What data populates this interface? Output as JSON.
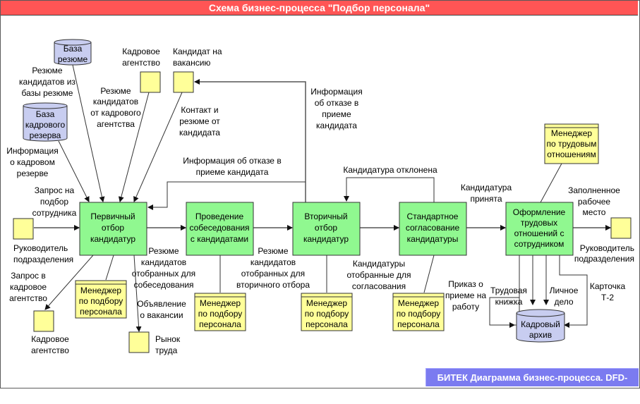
{
  "title": "Схема бизнес-процесса \"Подбор персонала\"",
  "footer": "БИТЕК Диаграмма бизнес-процесса. DFD-схема",
  "colors": {
    "title_bg": "#ff5555",
    "footer_bg": "#7b7bf0",
    "process_fill": "#90f890",
    "external_fill": "#ffff99",
    "datastore_fill": "#c8cdf0"
  },
  "processes": [
    {
      "id": "p1",
      "lines": [
        "Первичный",
        "отбор",
        "кандидатур"
      ]
    },
    {
      "id": "p2",
      "lines": [
        "Проведение",
        "собеседования",
        "с кандидатами"
      ]
    },
    {
      "id": "p3",
      "lines": [
        "Вторичный",
        "отбор",
        "кандидатур"
      ]
    },
    {
      "id": "p4",
      "lines": [
        "Стандартное",
        "согласование",
        "кандидатуры"
      ]
    },
    {
      "id": "p5",
      "lines": [
        "Оформление",
        "трудовых",
        "отношений с",
        "сотрудником"
      ]
    }
  ],
  "datastores": [
    {
      "id": "ds_resume",
      "lines": [
        "База",
        "резюме"
      ]
    },
    {
      "id": "ds_reserve",
      "lines": [
        "База",
        "кадрового",
        "резерва"
      ]
    },
    {
      "id": "ds_archive",
      "lines": [
        "Кадровый",
        "архив"
      ]
    }
  ],
  "externals": [
    {
      "id": "e_agency_top",
      "label_lines": [
        "Кадровое",
        "агентство"
      ]
    },
    {
      "id": "e_candidate",
      "label_lines": [
        "Кандидат на",
        "вакансию"
      ]
    },
    {
      "id": "e_head_left",
      "label_lines": [
        "Руководитель",
        "подразделения"
      ]
    },
    {
      "id": "e_agency_bottom",
      "label_lines": [
        "Кадровое",
        "агентство"
      ]
    },
    {
      "id": "e_market",
      "label_lines": [
        "Рынок",
        "труда"
      ]
    },
    {
      "id": "e_head_right",
      "label_lines": [
        "Руководитель",
        "подразделения"
      ]
    }
  ],
  "actors": [
    {
      "id": "a1",
      "lines": [
        "Менеджер",
        "по подбору",
        "персонала"
      ]
    },
    {
      "id": "a2",
      "lines": [
        "Менеджер",
        "по подбору",
        "персонала"
      ]
    },
    {
      "id": "a3",
      "lines": [
        "Менеджер",
        "по подбору",
        "персонала"
      ]
    },
    {
      "id": "a4",
      "lines": [
        "Менеджер",
        "по подбору",
        "персонала"
      ]
    },
    {
      "id": "a5",
      "lines": [
        "Менеджер",
        "по трудовым",
        "отношениям"
      ]
    }
  ],
  "flow_labels": [
    {
      "id": "f_resume_db",
      "lines": [
        "Резюме",
        "кандидатов из",
        "базы резюме"
      ]
    },
    {
      "id": "f_resume_agency",
      "lines": [
        "Резюме",
        "кандидатов",
        "от кадрового",
        "агентства"
      ]
    },
    {
      "id": "f_contact",
      "lines": [
        "Контакт и",
        "резюме от",
        "кандидата"
      ]
    },
    {
      "id": "f_reserve_info",
      "lines": [
        "Информация",
        "о кадровом",
        "резерве"
      ]
    },
    {
      "id": "f_request",
      "lines": [
        "Запрос на",
        "подбор",
        "сотрудника"
      ]
    },
    {
      "id": "f_reject_info_top",
      "lines": [
        "Информация",
        "об отказе в",
        "приеме",
        "кандидата"
      ]
    },
    {
      "id": "f_reject_info_mid",
      "lines": [
        "Информация об отказе в",
        "приеме кандидата"
      ]
    },
    {
      "id": "f_rejected",
      "lines": [
        "Кандидатура отклонена"
      ]
    },
    {
      "id": "f_accepted",
      "lines": [
        "Кандидатура",
        "принята"
      ]
    },
    {
      "id": "f_filled",
      "lines": [
        "Заполненное",
        "рабочее",
        "место"
      ]
    },
    {
      "id": "f_agency_request",
      "lines": [
        "Запрос в",
        "кадровое",
        "агентство"
      ]
    },
    {
      "id": "f_interview_resume",
      "lines": [
        "Резюме",
        "кандидатов",
        "отобранных для",
        "собеседования"
      ]
    },
    {
      "id": "f_vacancy_ad",
      "lines": [
        "Объявление",
        "о вакансии"
      ]
    },
    {
      "id": "f_second_resume",
      "lines": [
        "Резюме",
        "кандидатов",
        "отобранных для",
        "вторичного отбора"
      ]
    },
    {
      "id": "f_approval",
      "lines": [
        "Кандидатуры",
        "отобранные для",
        "согласования"
      ]
    },
    {
      "id": "f_order",
      "lines": [
        "Приказ о",
        "приеме на",
        "работу"
      ]
    },
    {
      "id": "f_workbook",
      "lines": [
        "Трудовая",
        "книжка"
      ]
    },
    {
      "id": "f_personal_file",
      "lines": [
        "Личное",
        "дело"
      ]
    },
    {
      "id": "f_card",
      "lines": [
        "Карточка",
        "Т-2"
      ]
    }
  ]
}
